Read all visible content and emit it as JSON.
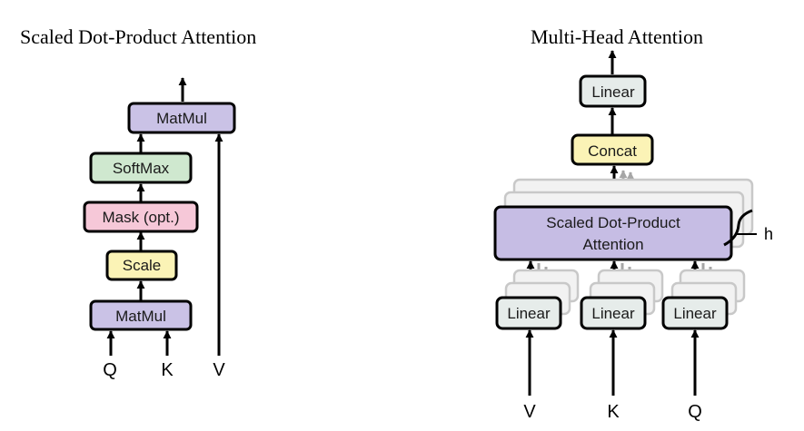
{
  "left_diagram": {
    "title": "Scaled Dot-Product Attention",
    "matmul_top_label": "MatMul",
    "softmax_label": "SoftMax",
    "mask_label": "Mask (opt.)",
    "scale_label": "Scale",
    "matmul_bottom_label": "MatMul",
    "input_q": "Q",
    "input_k": "K",
    "input_v": "V"
  },
  "right_diagram": {
    "title": "Multi-Head Attention",
    "linear_top_label": "Linear",
    "concat_label": "Concat",
    "attention_label_line1": "Scaled Dot-Product",
    "attention_label_line2": "Attention",
    "heads_label": "h",
    "linear_v_label": "Linear",
    "linear_k_label": "Linear",
    "linear_q_label": "Linear",
    "input_v": "V",
    "input_k": "K",
    "input_q": "Q"
  },
  "colors": {
    "matmul": "#cac2e6",
    "softmax": "#cfe8cf",
    "mask": "#f6c8d8",
    "scale": "#fbf3b6",
    "linear": "#e6ecea",
    "concat": "#fbf3b6",
    "attention": "#c6bde4"
  }
}
